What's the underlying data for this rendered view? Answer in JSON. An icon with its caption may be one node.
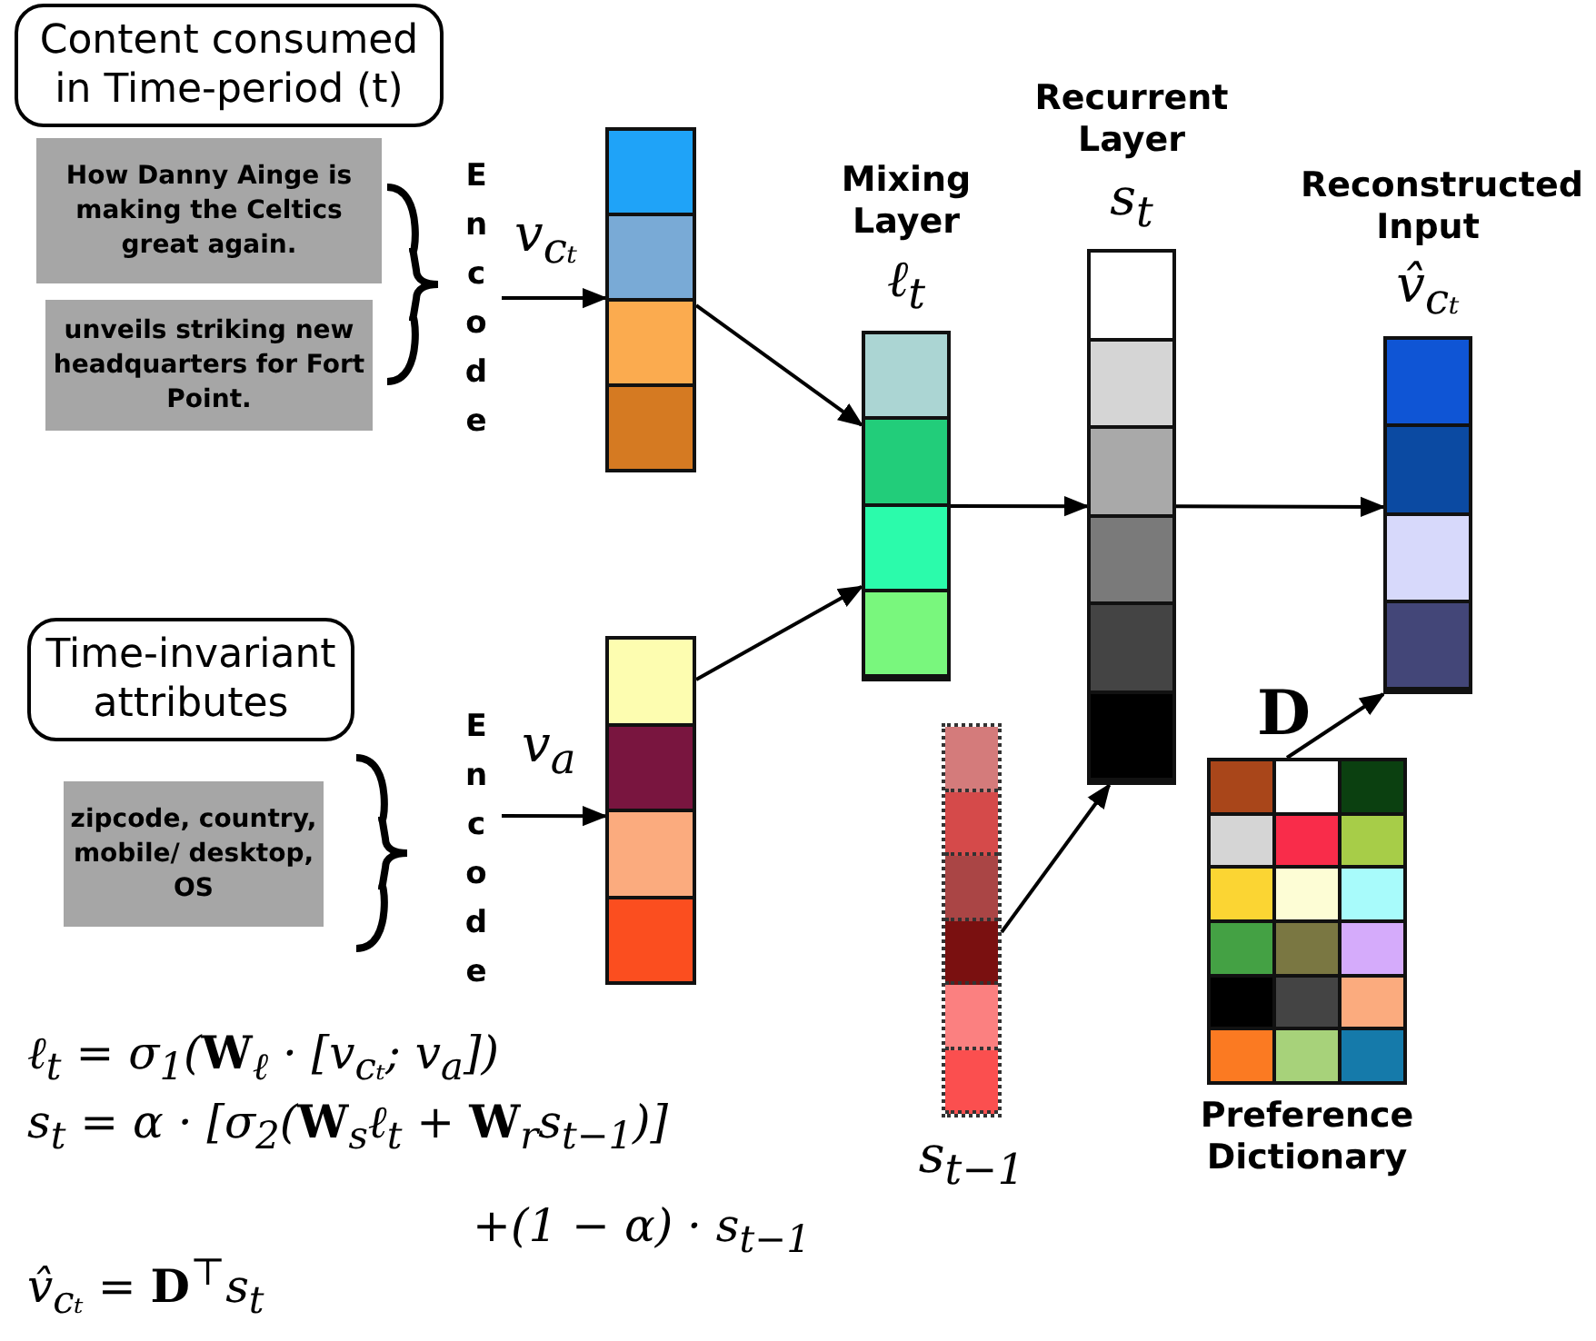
{
  "diagram": {
    "nodes": [
      {
        "text": [
          "Content consumed in Time-period (t)"
        ]
      },
      {
        "text": [
          "How Danny Ainge is making the Celtics great again."
        ]
      },
      {
        "text": [
          "unveils striking new headquarters for Fort Point."
        ]
      },
      {
        "text": [
          "Time-invariant attributes"
        ]
      },
      {
        "text": [
          "zipcode, country, mobile/ desktop, OS"
        ]
      },
      {
        "text": [],
        "shape": "bar"
      },
      {
        "text": [],
        "shape": "bar"
      },
      {
        "text": [
          "Mixing Layer",
          "ℓ$_{t}$"
        ]
      },
      {
        "text": [
          "Recurrent Layer",
          "s$_{t}$"
        ]
      },
      {
        "text": [
          "Reconstructed Input",
          "v̂$_{cₜ}$"
        ]
      },
      {
        "text": [
          "s$_{t−1}$"
        ]
      },
      {
        "text": [
          "**D**",
          "Preference Dictionary"
        ]
      }
    ],
    "edges": [
      {
        "from": null,
        "to": 5,
        "arrow": "to",
        "label": "v$_{cₜ}$"
      },
      {
        "from": null,
        "to": 6,
        "arrow": "to",
        "label": "v$_{a}$"
      },
      {
        "from": 5,
        "to": 7,
        "arrow": "to"
      },
      {
        "from": 6,
        "to": 7,
        "arrow": "to"
      },
      {
        "from": 7,
        "to": 8,
        "arrow": "to"
      },
      {
        "from": 8,
        "to": 9,
        "arrow": "to"
      },
      {
        "from": 10,
        "to": 8,
        "arrow": "to"
      },
      {
        "from": 11,
        "to": 9,
        "arrow": "to"
      }
    ],
    "labels": [
      "Encode",
      "Encode",
      "ℓ$_{t}$ = σ$_{1}$(**W**$_{ℓ}$ · [v$_{cₜ}$; v$_{a}$])",
      "s$_{t}$ = α · [σ$_{2}$(**W**$_{s}$ℓ$_{t}$ + **W**$_{r}$s$_{t−1}$)]",
      "+(1 − α) · s$_{t−1}$",
      "v̂$_{cₜ}$ = **D**$^{⊤}$s$_{t}$"
    ]
  }
}
